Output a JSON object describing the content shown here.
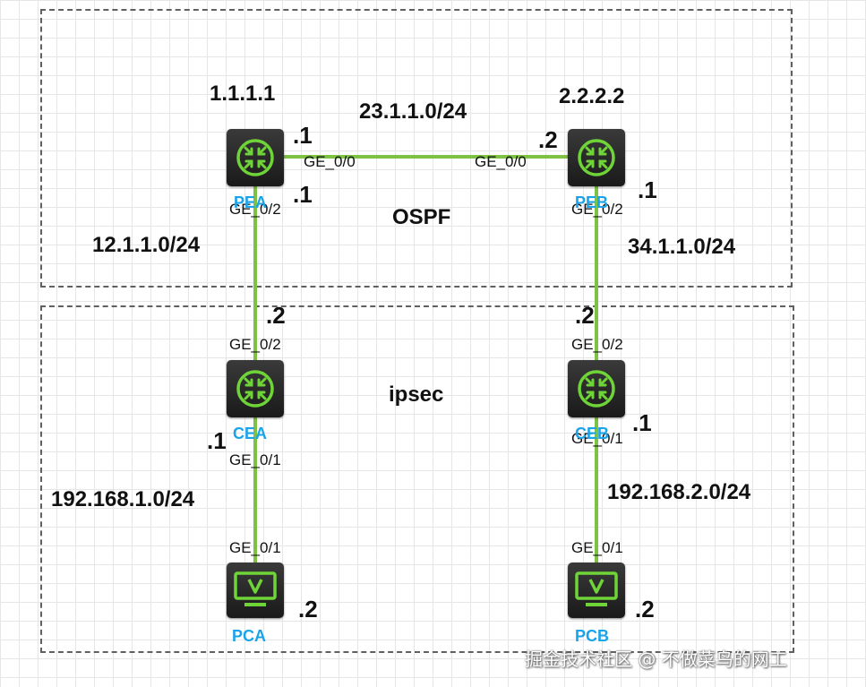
{
  "colors": {
    "link": "#7dc243",
    "icon_green": "#6ed437",
    "label_blue": "#1aa3e8"
  },
  "zones": {
    "ospf_label": "OSPF",
    "ipsec_label": "ipsec"
  },
  "nodes": {
    "pea": {
      "name": "PEA",
      "icon": "router-icon",
      "router_id": "1.1.1.1"
    },
    "peb": {
      "name": "PEB",
      "icon": "router-icon",
      "router_id": "2.2.2.2"
    },
    "cea": {
      "name": "CEA",
      "icon": "router-icon"
    },
    "ceb": {
      "name": "CEB",
      "icon": "router-icon"
    },
    "pca": {
      "name": "PCA",
      "icon": "pc-monitor-icon"
    },
    "pcb": {
      "name": "PCB",
      "icon": "pc-monitor-icon"
    }
  },
  "links": {
    "pea_peb": {
      "subnet": "23.1.1.0/24",
      "a_port": "GE_0/0",
      "a_ip": ".1",
      "b_port": "GE_0/0",
      "b_ip": ".2"
    },
    "pea_cea": {
      "subnet": "12.1.1.0/24",
      "a_port": "GE_0/2",
      "a_ip": ".1",
      "b_port": "GE_0/2",
      "b_ip": ".2"
    },
    "peb_ceb": {
      "subnet": "34.1.1.0/24",
      "a_port": "GE_0/2",
      "a_ip": ".1",
      "b_port": "GE_0/2",
      "b_ip": ".2"
    },
    "cea_pca": {
      "subnet": "192.168.1.0/24",
      "a_port": "GE_0/1",
      "a_ip": ".1",
      "b_port": "GE_0/1",
      "b_ip": ".2"
    },
    "ceb_pcb": {
      "subnet": "192.168.2.0/24",
      "a_port": "GE_0/1",
      "a_ip": ".1",
      "b_port": "GE_0/1",
      "b_ip": ".2"
    }
  },
  "watermark": "掘金技术社区 @ 不做菜鸟的网工"
}
